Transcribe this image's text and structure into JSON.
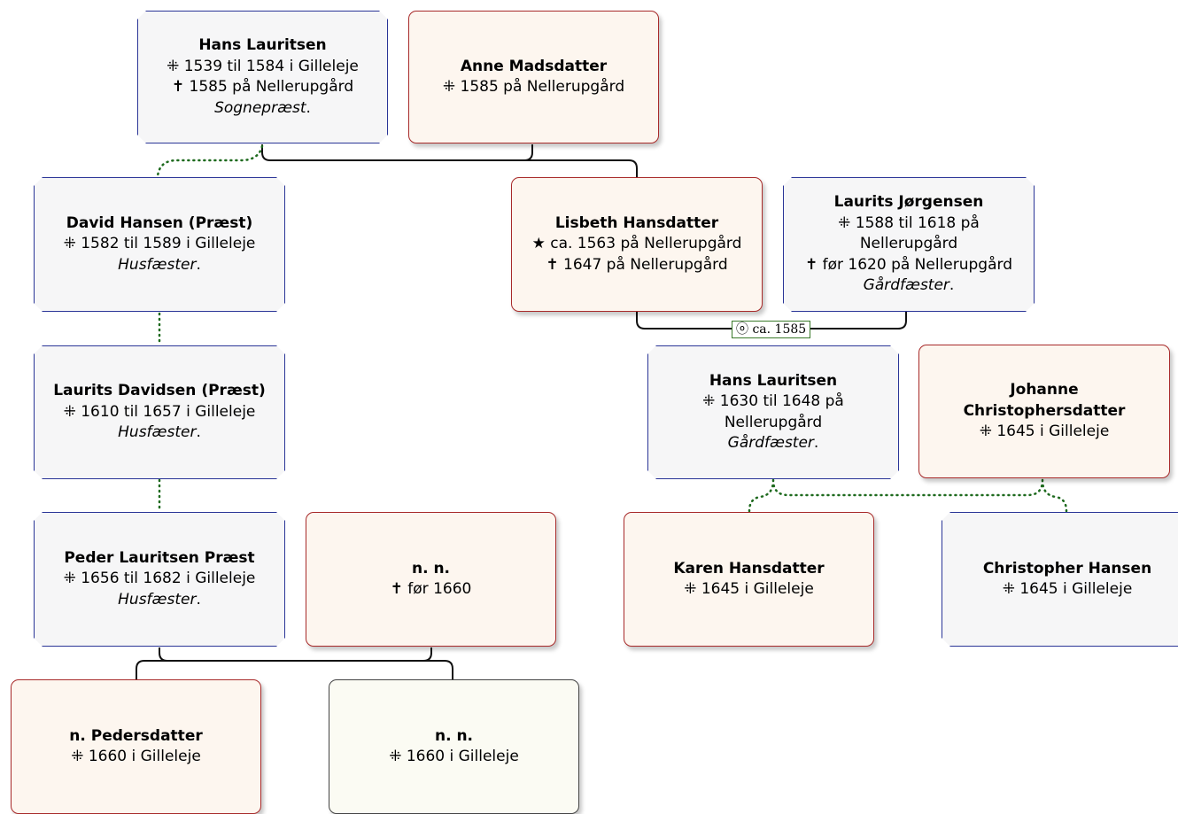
{
  "people": {
    "hans_top": {
      "name": "Hans Lauritsen",
      "line1": "⁜ 1539 til 1584 i Gilleleje",
      "line2": "✝ 1585 på Nellerupgård",
      "occupation": "Sognepræst",
      "occupation_suffix": "."
    },
    "anne": {
      "name": "Anne Madsdatter",
      "line1": "⁜ 1585 på Nellerupgård"
    },
    "david": {
      "name": "David Hansen (Præst)",
      "line1": "⁜ 1582 til 1589 i Gilleleje",
      "occupation": "Husfæster",
      "occupation_suffix": "."
    },
    "lisbeth": {
      "name": "Lisbeth Hansdatter",
      "line1": "★ ca. 1563 på Nellerupgård",
      "line2": "✝ 1647 på Nellerupgård"
    },
    "laurits_j": {
      "name": "Laurits Jørgensen",
      "line1": "⁜ 1588 til 1618 på",
      "line2": "Nellerupgård",
      "line3": "✝ før 1620 på Nellerupgård",
      "occupation": "Gårdfæster",
      "occupation_suffix": "."
    },
    "laurits_d": {
      "name": "Laurits Davidsen (Præst)",
      "line1": "⁜ 1610 til 1657 i Gilleleje",
      "occupation": "Husfæster",
      "occupation_suffix": "."
    },
    "hans_mid": {
      "name": "Hans Lauritsen",
      "line1": "⁜ 1630 til 1648 på",
      "line2": "Nellerupgård",
      "occupation": "Gårdfæster",
      "occupation_suffix": "."
    },
    "johanne": {
      "name_line1": "Johanne",
      "name_line2": "Christophersdatter",
      "line1": "⁜ 1645 i Gilleleje"
    },
    "peder": {
      "name": "Peder Lauritsen Præst",
      "line1": "⁜ 1656 til 1682 i Gilleleje",
      "occupation": "Husfæster",
      "occupation_suffix": "."
    },
    "nn_wife": {
      "name": "n. n.",
      "line1": "✝ før 1660"
    },
    "karen": {
      "name": "Karen Hansdatter",
      "line1": "⁜ 1645 i Gilleleje"
    },
    "christopher": {
      "name": "Christopher Hansen",
      "line1": "⁜ 1645 i Gilleleje"
    },
    "n_peders": {
      "name": "n. Pedersdatter",
      "line1": "⁜ 1660 i Gilleleje"
    },
    "nn_child": {
      "name": "n. n.",
      "line1": "⁜ 1660 i Gilleleje"
    }
  },
  "marriage_label": "ⓞ ca. 1585",
  "colors": {
    "male_border": "#2a3597",
    "male_fill": "#f6f6f7",
    "female_border": "#a82a2a",
    "female_fill": "#fdf6ef",
    "neutral_border": "#444444",
    "neutral_fill": "#fbfbf3",
    "family_line": "#111111",
    "child_dotted_line": "#1e6a1e"
  }
}
